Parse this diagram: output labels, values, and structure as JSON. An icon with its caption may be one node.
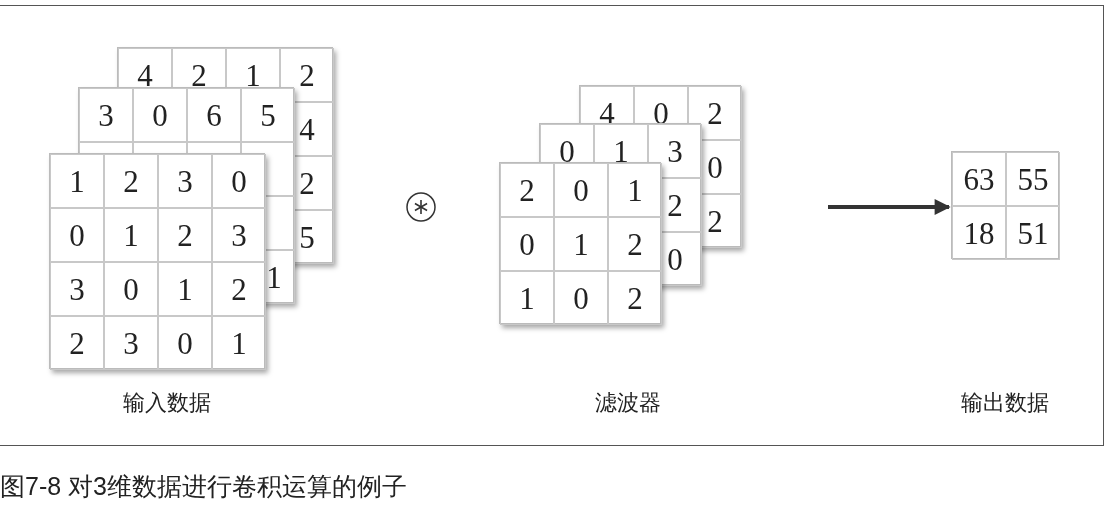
{
  "diagram": {
    "caption": "图7-8 对3维数据进行卷积运算的例子",
    "nodes": [
      {
        "text": [
          "4",
          "2",
          "1",
          "2",
          "4",
          "2",
          "5",
          "3",
          "0",
          "6",
          "5",
          "1",
          "1",
          "2",
          "3",
          "0",
          "0",
          "1",
          "2",
          "3",
          "3",
          "0",
          "1",
          "2",
          "2",
          "3",
          "0",
          "1"
        ]
      },
      {
        "text": [
          "4",
          "0",
          "2",
          "0",
          "2",
          "0",
          "1",
          "3",
          "2",
          "0",
          "2",
          "0",
          "1",
          "0",
          "1",
          "2",
          "1",
          "0",
          "2"
        ]
      },
      {
        "text": [
          "63",
          "55",
          "18",
          "51"
        ]
      }
    ],
    "edges": [
      {
        "from": null,
        "to": 2,
        "arrow": "to"
      }
    ],
    "labels": [
      "输入数据",
      "滤波器",
      "输出数据"
    ]
  }
}
